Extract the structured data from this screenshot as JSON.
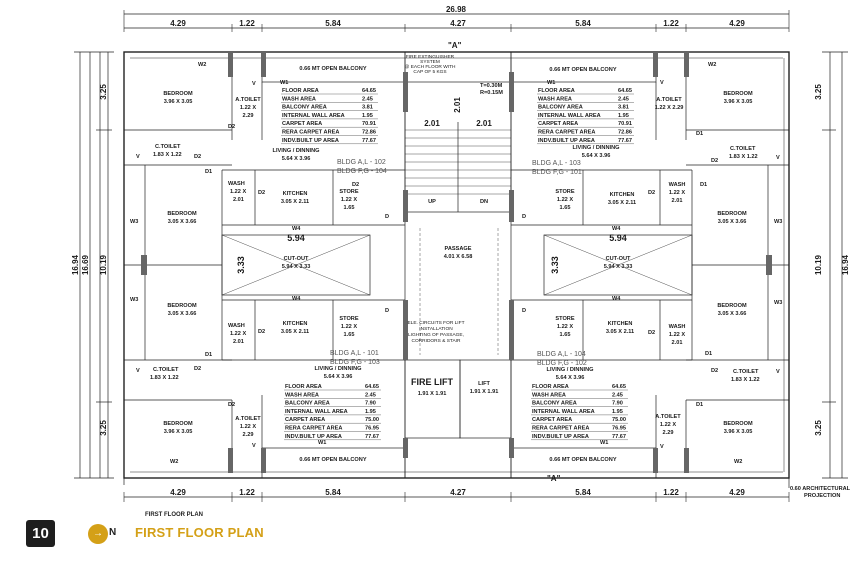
{
  "top_dims": {
    "total": "26.98",
    "d1": "4.29",
    "d2": "1.22",
    "d3": "5.84",
    "d4": "4.27",
    "d5": "5.84",
    "d6": "1.22",
    "d7": "4.29"
  },
  "bottom_dims": {
    "d1": "4.29",
    "d2": "1.22",
    "d3": "5.84",
    "d4": "4.27",
    "d5": "5.84",
    "d6": "1.22",
    "d7": "4.29"
  },
  "side_dims": {
    "left_total": "16.94",
    "left_inner": "16.69",
    "left_mid": "10.19",
    "top_part": "3.25",
    "bottom_part": "3.25",
    "right_total": "16.94",
    "right_mid": "10.19"
  },
  "marks": {
    "a": "\"A\"",
    "w1": "W1",
    "w2": "W2",
    "w3": "W3",
    "w4": "W4",
    "v": "V",
    "d": "D",
    "d1": "D1",
    "d2": "D2",
    "up": "UP",
    "dn": "DN"
  },
  "rooms": {
    "bedroom": "BEDROOM",
    "bed_large": "3.96 X 3.05",
    "bed_small": "3.05 X 3.66",
    "atoilet": "A.TOILET",
    "at_size1": "1.22 X",
    "at_size2": "2.29",
    "at_inline": "1.22 X 2.29",
    "ctoilet": "C.TOILET",
    "ct_size": "1.83 X 1.22",
    "wash": "WASH",
    "wash_size1": "1.22 X",
    "wash_size2": "2.01",
    "kitchen": "KITCHEN",
    "kitchen_size": "3.05 X 2.11",
    "store": "STORE",
    "store_size1": "1.22 X",
    "store_size2": "1.65",
    "living": "LIVING / DINNING",
    "living_size": "5.64 X 3.96",
    "cutout": "CUT-OUT",
    "cutout_size": "5.94 X 3.33",
    "cut_w": "5.94",
    "cut_h": "3.33",
    "passage": "PASSAGE",
    "passage_size": "4.01 X 6.58",
    "balcony": "0.66 MT OPEN BALCONY",
    "fire_lift": "FIRE LIFT",
    "fire_lift_size": "1.91 X 1.91",
    "lift": "LIFT",
    "lift_size": "1.91 X 1.91",
    "stair_w": "2.01",
    "tread": "T=0.30M",
    "riser": "R=0.15M",
    "fire_ext1": "FIRE EXTINGUISHER",
    "fire_ext2": "SYSTEM",
    "fire_ext3": "@ EACH FLOOR WITH",
    "fire_ext4": "CAP OF 5 KGS",
    "ele1": "ELE. CIRCUITS FOR LIFT",
    "ele2": "INSTALLATION",
    "ele3": "LIGHTING OF PASSAGE,",
    "ele4": "CORRIDORS & STAIR",
    "proj1": "0.60 ARCHITECTURAL",
    "proj2": "PROJECTION"
  },
  "bldg": {
    "tl1": "BLDG A,L - 102",
    "tl2": "BLDG F,G - 104",
    "tr1": "BLDG A,L - 103",
    "tr2": "BLDG F,G - 101",
    "bl1": "BLDG A,L - 101",
    "bl2": "BLDG F,G - 103",
    "br1": "BLDG A,L - 104",
    "br2": "BLDG F,G - 102"
  },
  "area_labels": [
    "FLOOR AREA",
    "WASH AREA",
    "BALCONY AREA",
    "INTERNAL WALL AREA",
    "CARPET AREA",
    "RERA CARPET AREA",
    "INDV.BUILT UP AREA"
  ],
  "area_top": [
    "64.65",
    "2.45",
    "3.81",
    "1.95",
    "70.91",
    "72.86",
    "77.67"
  ],
  "area_bottom": [
    "64.65",
    "2.45",
    "7.90",
    "1.95",
    "75.00",
    "76.95",
    "77.67"
  ],
  "footer": {
    "page": "10",
    "north": "N",
    "subtitle": "FIRST FLOOR PLAN",
    "title": "FIRST FLOOR PLAN"
  }
}
